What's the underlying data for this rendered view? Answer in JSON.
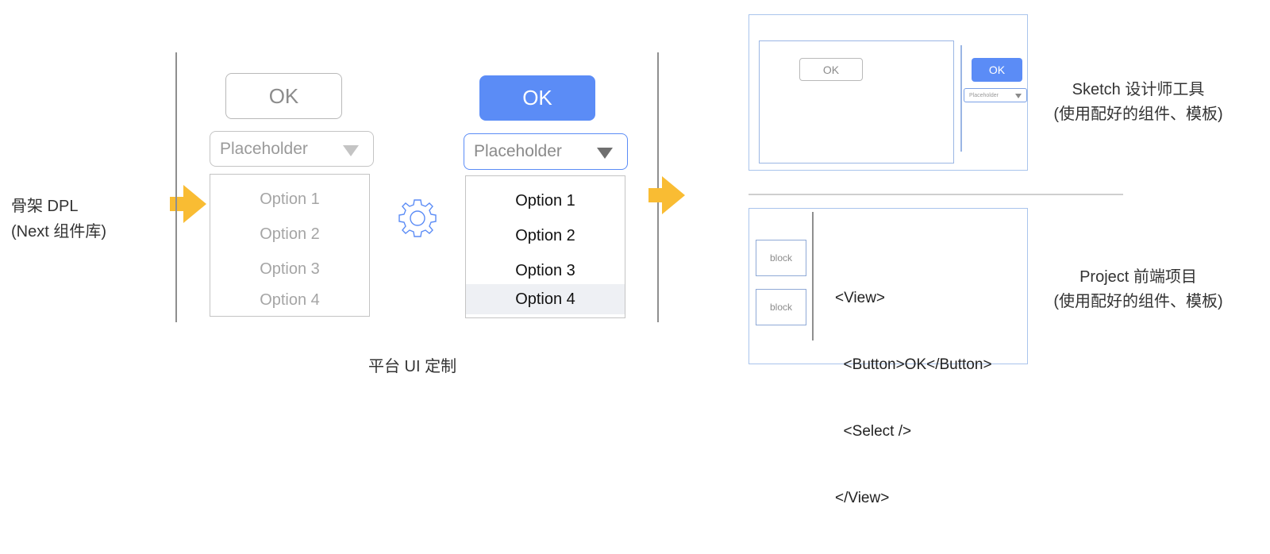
{
  "left_label": {
    "line1": "骨架 DPL",
    "line2": "(Next 组件库)"
  },
  "default_column": {
    "button_label": "OK",
    "select_placeholder": "Placeholder",
    "options": [
      "Option 1",
      "Option 2",
      "Option 3",
      "Option 4"
    ]
  },
  "custom_column": {
    "button_label": "OK",
    "select_placeholder": "Placeholder",
    "options": [
      "Option 1",
      "Option 2",
      "Option 3",
      "Option 4"
    ],
    "highlighted_option": "Option 4"
  },
  "caption": "平台 UI 定制",
  "sketch_panel": {
    "ghost_button_label": "OK",
    "primary_button_label": "OK",
    "select_placeholder": "Placeholder",
    "label_line1": "Sketch 设计师工具",
    "label_line2": "(使用配好的组件、模板)"
  },
  "project_panel": {
    "blocks": [
      "block",
      "block"
    ],
    "code_lines": [
      "<View>",
      "  <Button>OK</Button>",
      "  <Select />",
      "</View>"
    ],
    "label_line1": "Project 前端项目",
    "label_line2": "(使用配好的组件、模板)"
  },
  "colors": {
    "primary": "#5b8cf6",
    "arrow": "#f9bc33",
    "gear": "#5b8cf6",
    "panel_border": "#a9c4ec"
  },
  "icons": {
    "arrow_left": "right-arrow-icon",
    "gear": "gear-icon",
    "arrow_right": "right-arrow-icon"
  }
}
